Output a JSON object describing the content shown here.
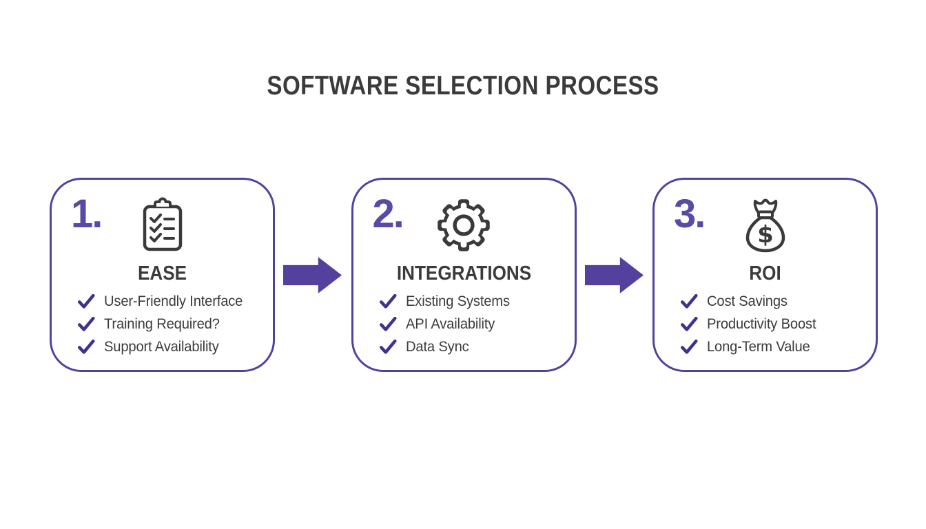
{
  "title": "SOFTWARE SELECTION PROCESS",
  "colors": {
    "accent": "#54419E",
    "check": "#42318C",
    "number": "#5B49A8",
    "ink": "#3a3a3a",
    "text": "#3C3C3C",
    "title": "#3b3b3b",
    "background": "#ffffff"
  },
  "steps": [
    {
      "number": "1.",
      "icon": "clipboard-checklist-icon",
      "title": "EASE",
      "items": [
        "User-Friendly Interface",
        "Training Required?",
        "Support Availability"
      ]
    },
    {
      "number": "2.",
      "icon": "gear-icon",
      "title": "INTEGRATIONS",
      "items": [
        "Existing Systems",
        "API Availability",
        "Data Sync"
      ]
    },
    {
      "number": "3.",
      "icon": "money-bag-icon",
      "title": "ROI",
      "items": [
        "Cost Savings",
        "Productivity Boost",
        "Long-Term Value"
      ]
    }
  ],
  "connector": "right-arrow"
}
